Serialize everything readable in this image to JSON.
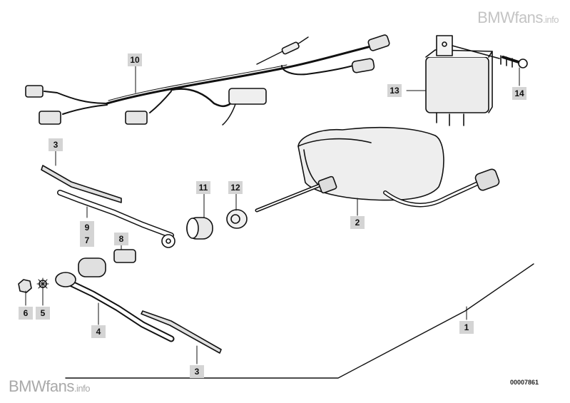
{
  "watermark_top": {
    "brand": "BMWfans",
    "suffix": ".info"
  },
  "watermark_bottom": {
    "brand": "BMWfans",
    "suffix": ".info"
  },
  "reference_number": "00007861",
  "callouts": {
    "c1": "1",
    "c2": "2",
    "c3a": "3",
    "c3b": "3",
    "c4": "4",
    "c5": "5",
    "c6": "6",
    "c7": "7",
    "c8": "8",
    "c9": "9",
    "c10": "10",
    "c11": "11",
    "c12": "12",
    "c13": "13",
    "c14": "14"
  }
}
